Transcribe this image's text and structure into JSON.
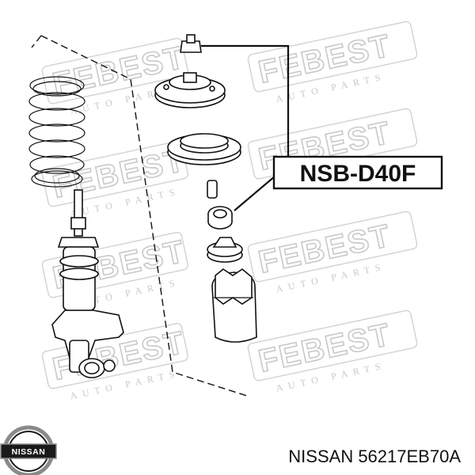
{
  "watermark": {
    "brand": "FEBEST",
    "sub": "AUTO PARTS"
  },
  "callout": {
    "part_code": "NSB-D40F"
  },
  "footer": {
    "brand": "NISSAN",
    "part_number": "NISSAN 56217EB70A"
  },
  "logo": {
    "text": "NISSAN"
  },
  "colors": {
    "line": "#111111",
    "watermark": "#c9c9c9",
    "logo_dark": "#1a1a1a",
    "logo_ring": "#8a8a8a"
  }
}
